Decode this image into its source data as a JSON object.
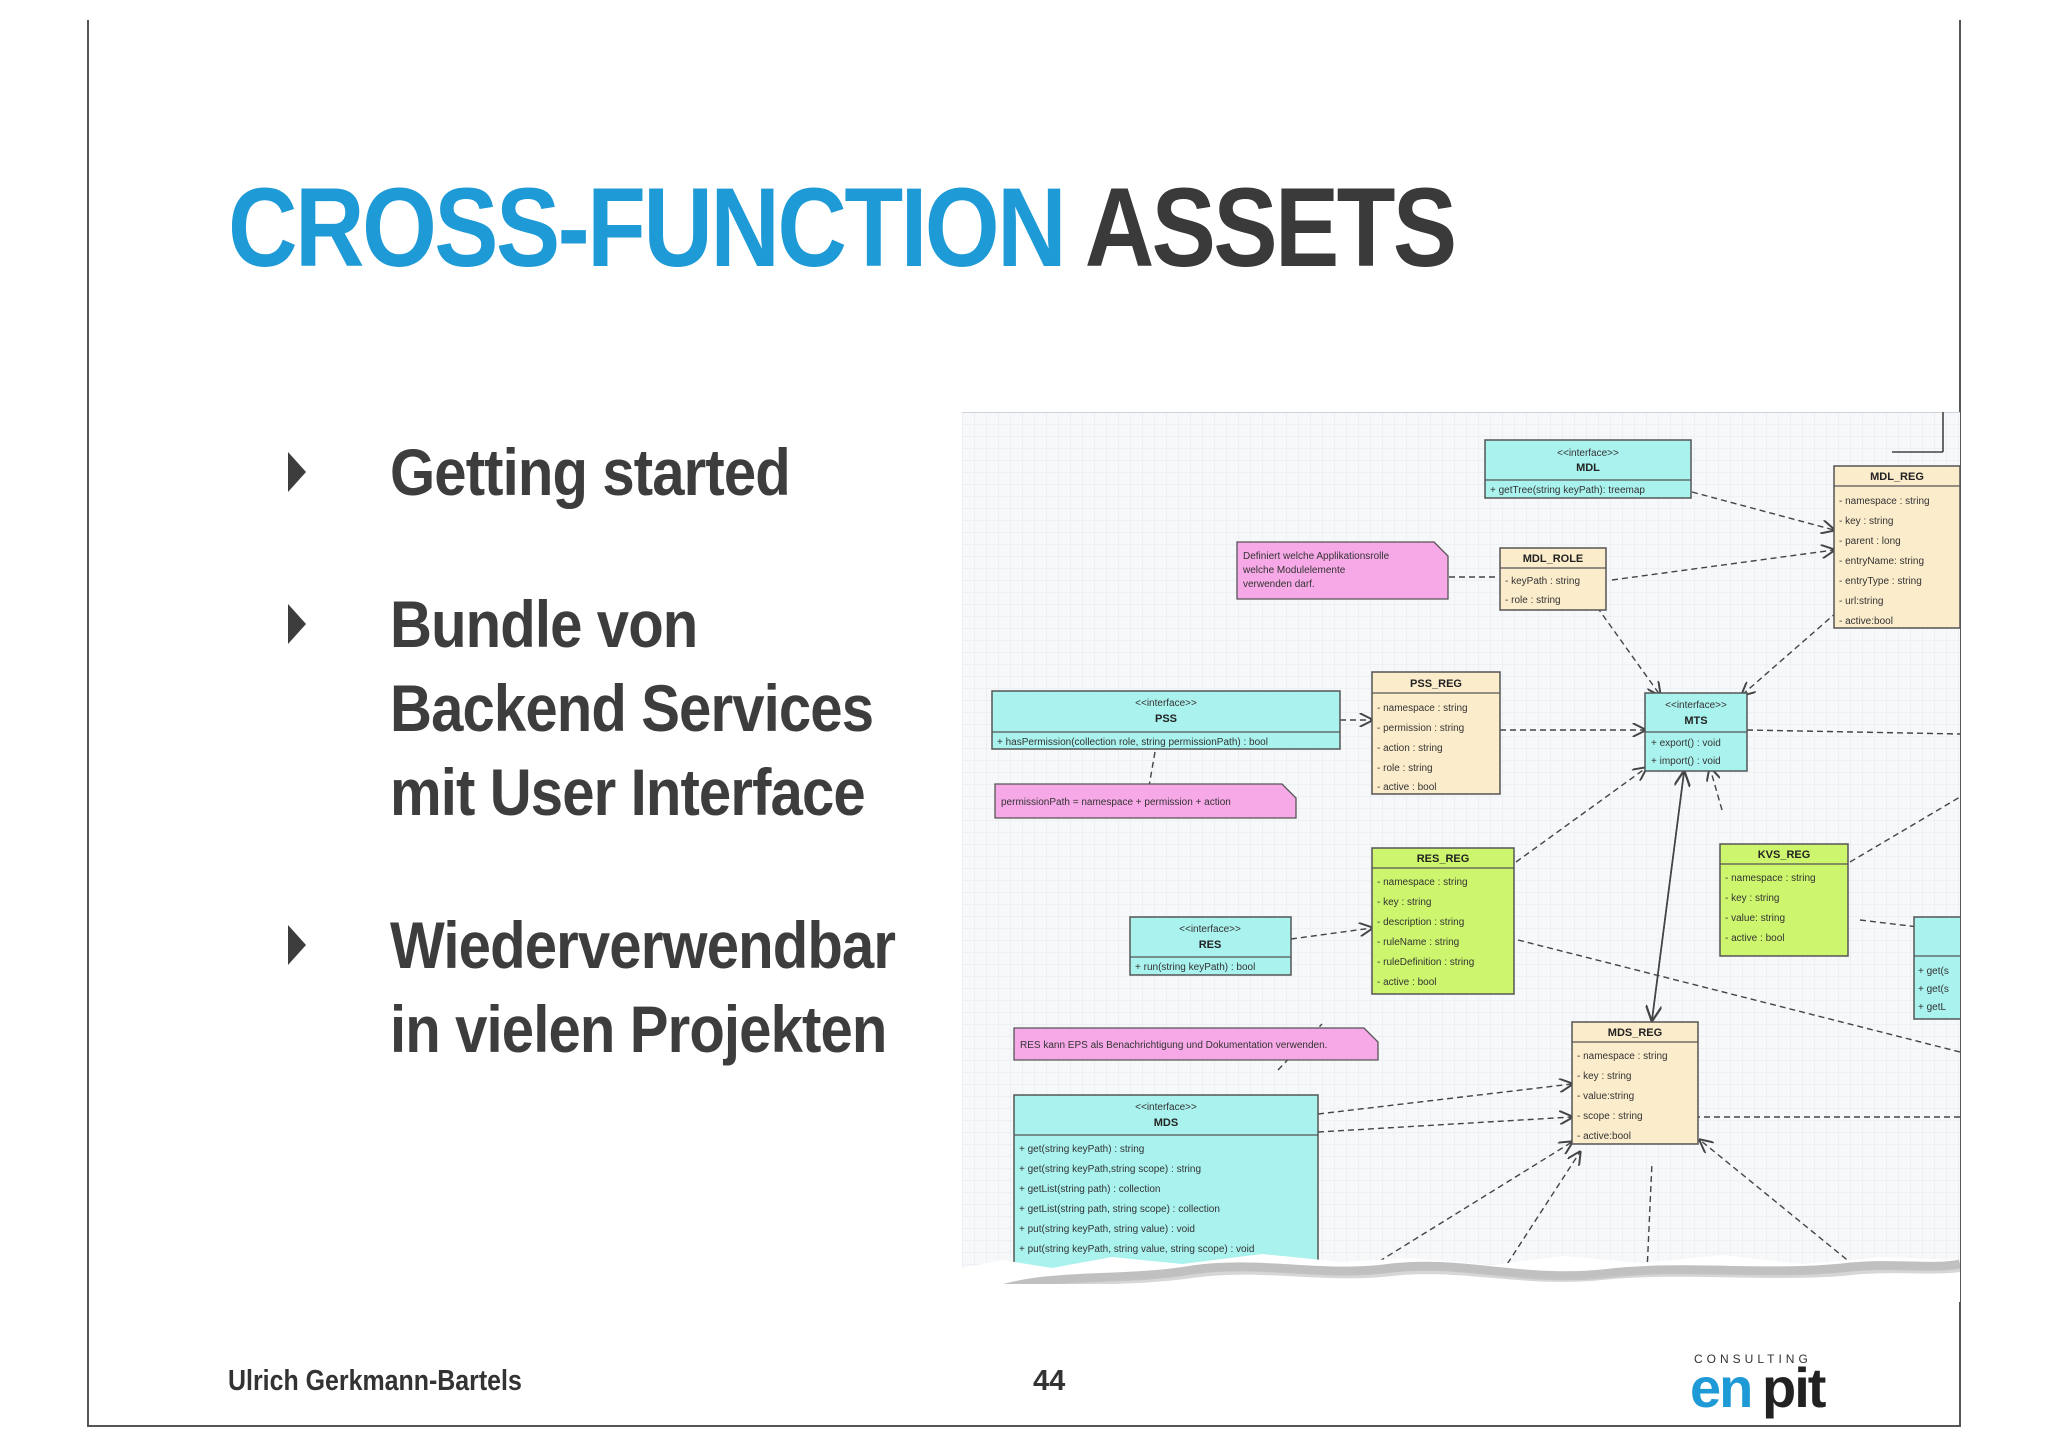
{
  "slide": {
    "title_blue": "CROSS-FUNCTION",
    "title_dark": "ASSETS",
    "bullets": [
      {
        "lines": [
          "Getting started"
        ]
      },
      {
        "lines": [
          "Bundle von",
          "Backend Services",
          "mit User Interface"
        ]
      },
      {
        "lines": [
          "Wiederverwendbar",
          "in vielen Projekten"
        ]
      }
    ],
    "footer_author": "Ulrich Gerkmann-Bartels",
    "page_number": "44",
    "logo": {
      "small": "CONSULTING",
      "part1": "en",
      "part2": "pit"
    }
  },
  "diagram": {
    "colors": {
      "cyan": "#aaf2ee",
      "cream": "#fbeccb",
      "green": "#cef56e",
      "pink": "#f6a9e6"
    },
    "boxes": {
      "mdl": {
        "stereo": "<<interface>>",
        "name": "MDL",
        "rows": [
          "+ getTree(string keyPath): treemap"
        ]
      },
      "mdl_reg": {
        "name": "MDL_REG",
        "rows": [
          "- namespace : string",
          "- key : string",
          "- parent : long",
          "- entryName: string",
          "- entryType : string",
          "- url:string",
          "- active:bool"
        ]
      },
      "mdl_role": {
        "name": "MDL_ROLE",
        "rows": [
          "- keyPath : string",
          "- role : string"
        ]
      },
      "pss": {
        "stereo": "<<interface>>",
        "name": "PSS",
        "rows": [
          "+ hasPermission(collection role, string permissionPath) : bool"
        ]
      },
      "pss_reg": {
        "name": "PSS_REG",
        "rows": [
          "- namespace : string",
          "- permission : string",
          "- action : string",
          "- role : string",
          "- active : bool"
        ]
      },
      "mts": {
        "stereo": "<<interface>>",
        "name": "MTS",
        "rows": [
          "+ export() : void",
          "+ import() : void"
        ]
      },
      "res_reg": {
        "name": "RES_REG",
        "rows": [
          "- namespace : string",
          "- key : string",
          "- description : string",
          "- ruleName : string",
          "- ruleDefinition : string",
          "- active : bool"
        ]
      },
      "kvs_reg": {
        "name": "KVS_REG",
        "rows": [
          "- namespace : string",
          "- key : string",
          "- value: string",
          "- active : bool"
        ]
      },
      "res": {
        "stereo": "<<interface>>",
        "name": "RES",
        "rows": [
          "+ run(string keyPath) : bool"
        ]
      },
      "mds_reg": {
        "name": "MDS_REG",
        "rows": [
          "- namespace : string",
          "- key : string",
          "- value:string",
          "- scope : string",
          "- active:bool"
        ]
      },
      "mds": {
        "stereo": "<<interface>>",
        "name": "MDS",
        "rows": [
          "+ get(string keyPath) : string",
          "+ get(string keyPath,string scope) : string",
          "+ getList(string path) : collection",
          "+ getList(string path, string scope) : collection",
          "+ put(string keyPath, string value) : void",
          "+ put(string keyPath, string value, string scope) : void"
        ]
      },
      "partial": {
        "rows": [
          "+ get(s",
          "+ get(s",
          "+ getL"
        ]
      }
    },
    "notes": {
      "note1": [
        "Definiert welche Applikationsrolle",
        "welche Modulelemente",
        "verwenden darf."
      ],
      "note2": [
        "permissionPath = namespace + permission + action"
      ],
      "note3": [
        "RES kann EPS als Benachrichtigung und Dokumentation verwenden."
      ]
    }
  }
}
